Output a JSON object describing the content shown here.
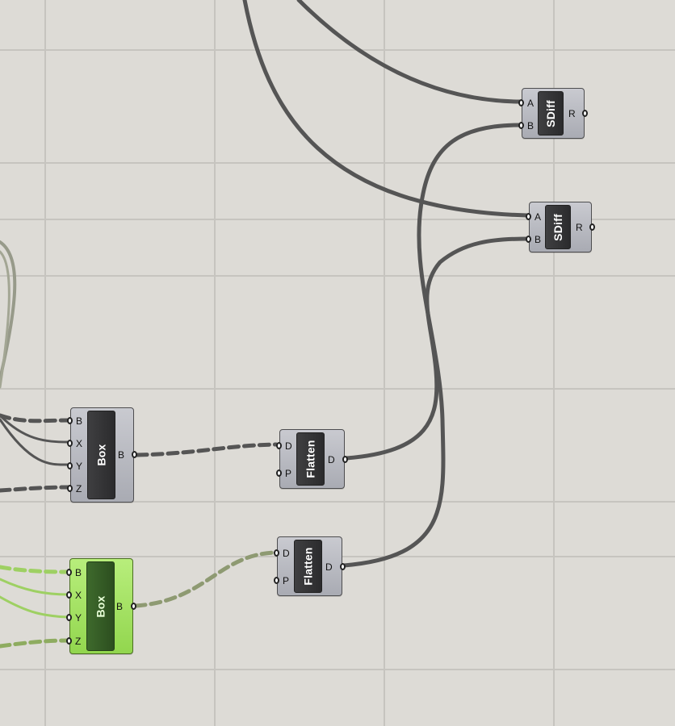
{
  "colors": {
    "canvas_bg": "#dddbd6",
    "grid_line": "#c6c4bf",
    "wire_dark": "#555555",
    "wire_selected": "#9ed063",
    "node_bg": "#b5b7be",
    "node_selected_bg": "#a6e266"
  },
  "nodes": {
    "sdiff1": {
      "title": "SDiff",
      "inputs": [
        "A",
        "B"
      ],
      "output": "R"
    },
    "sdiff2": {
      "title": "SDiff",
      "inputs": [
        "A",
        "B"
      ],
      "output": "R"
    },
    "box1": {
      "title": "Box",
      "inputs": [
        "B",
        "X",
        "Y",
        "Z"
      ],
      "output": "B"
    },
    "flatten1": {
      "title": "Flatten",
      "inputs": [
        "D",
        "P"
      ],
      "output": "D"
    },
    "flatten2": {
      "title": "Flatten",
      "inputs": [
        "D",
        "P"
      ],
      "output": "D"
    },
    "box2": {
      "title": "Box",
      "inputs": [
        "B",
        "X",
        "Y",
        "Z"
      ],
      "output": "B",
      "selected": true
    }
  }
}
